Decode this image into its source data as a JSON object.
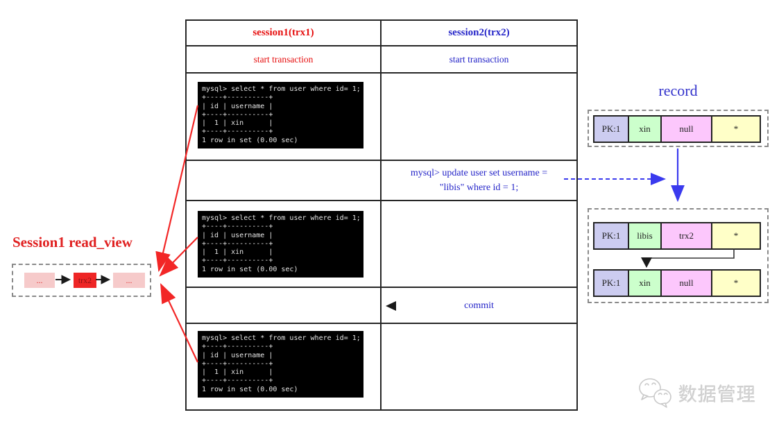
{
  "table": {
    "header": {
      "session1": "session1(trx1)",
      "session2": "session2(trx2)"
    },
    "start_row": {
      "session1": "start transaction",
      "session2": "start transaction"
    },
    "terminal": {
      "lines": [
        "mysql> select * from user where id= 1;",
        "+----+----------+",
        "| id | username |",
        "+----+----------+",
        "|  1 | xin      |",
        "+----+----------+",
        "1 row in set (0.00 sec)"
      ]
    },
    "update": {
      "line1": "mysql> update user set username =",
      "line2": "\"libis\" where id = 1;"
    },
    "commit_label": "commit"
  },
  "record": {
    "title": "record",
    "box1": {
      "cells": [
        {
          "label": "PK:1",
          "color": "#ccccf0"
        },
        {
          "label": "xin",
          "color": "#ccffcc"
        },
        {
          "label": "null",
          "color": "#fcc7fc"
        },
        {
          "label": "*",
          "color": "#ffffc8"
        }
      ]
    },
    "box2": {
      "row1": [
        {
          "label": "PK:1",
          "color": "#ccccf0"
        },
        {
          "label": "libis",
          "color": "#ccffcc"
        },
        {
          "label": "trx2",
          "color": "#fcc7fc"
        },
        {
          "label": "*",
          "color": "#ffffc8"
        }
      ],
      "row2": [
        {
          "label": "PK:1",
          "color": "#ccccf0"
        },
        {
          "label": "xin",
          "color": "#ccffcc"
        },
        {
          "label": "null",
          "color": "#fcc7fc"
        },
        {
          "label": "*",
          "color": "#ffffc8"
        }
      ]
    }
  },
  "readview": {
    "title": "Session1 read_view",
    "cells": [
      "...",
      "trx2",
      "..."
    ]
  },
  "watermark": {
    "text": "数据管理"
  },
  "colors": {
    "session1_accent": "#e60f0f",
    "session2_accent": "#2424c8",
    "arrow_red": "#f22626",
    "arrow_blue": "#3a3aee",
    "terminal_bg": "#000000",
    "terminal_text": "#e4e4e4"
  }
}
